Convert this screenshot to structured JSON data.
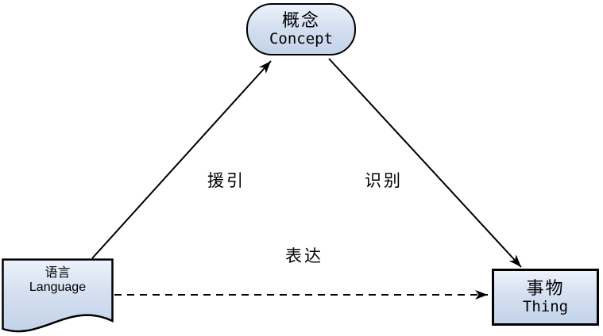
{
  "diagram": {
    "type": "semantic-triangle",
    "background": "#ffffff",
    "nodes": {
      "concept": {
        "zh": "概念",
        "en": "Concept",
        "shape": "stadium",
        "position": "top-center"
      },
      "language": {
        "zh": "语言",
        "en": "Language",
        "shape": "document",
        "position": "bottom-left"
      },
      "thing": {
        "zh": "事物",
        "en": "Thing",
        "shape": "rectangle",
        "position": "bottom-right"
      }
    },
    "edges": {
      "cite": {
        "label": "援引",
        "from": "language",
        "to": "concept",
        "style": "solid",
        "arrowhead": "filled"
      },
      "identify": {
        "label": "识别",
        "from": "concept",
        "to": "thing",
        "style": "solid",
        "arrowhead": "filled"
      },
      "express": {
        "label": "表达",
        "from": "language",
        "to": "thing",
        "style": "dashed",
        "arrowhead": "filled"
      }
    },
    "colors": {
      "node_fill_top": "#edf2fb",
      "node_fill_bottom": "#c3d3e9",
      "node_border": "#000000",
      "line": "#000000",
      "text": "#000000"
    }
  }
}
